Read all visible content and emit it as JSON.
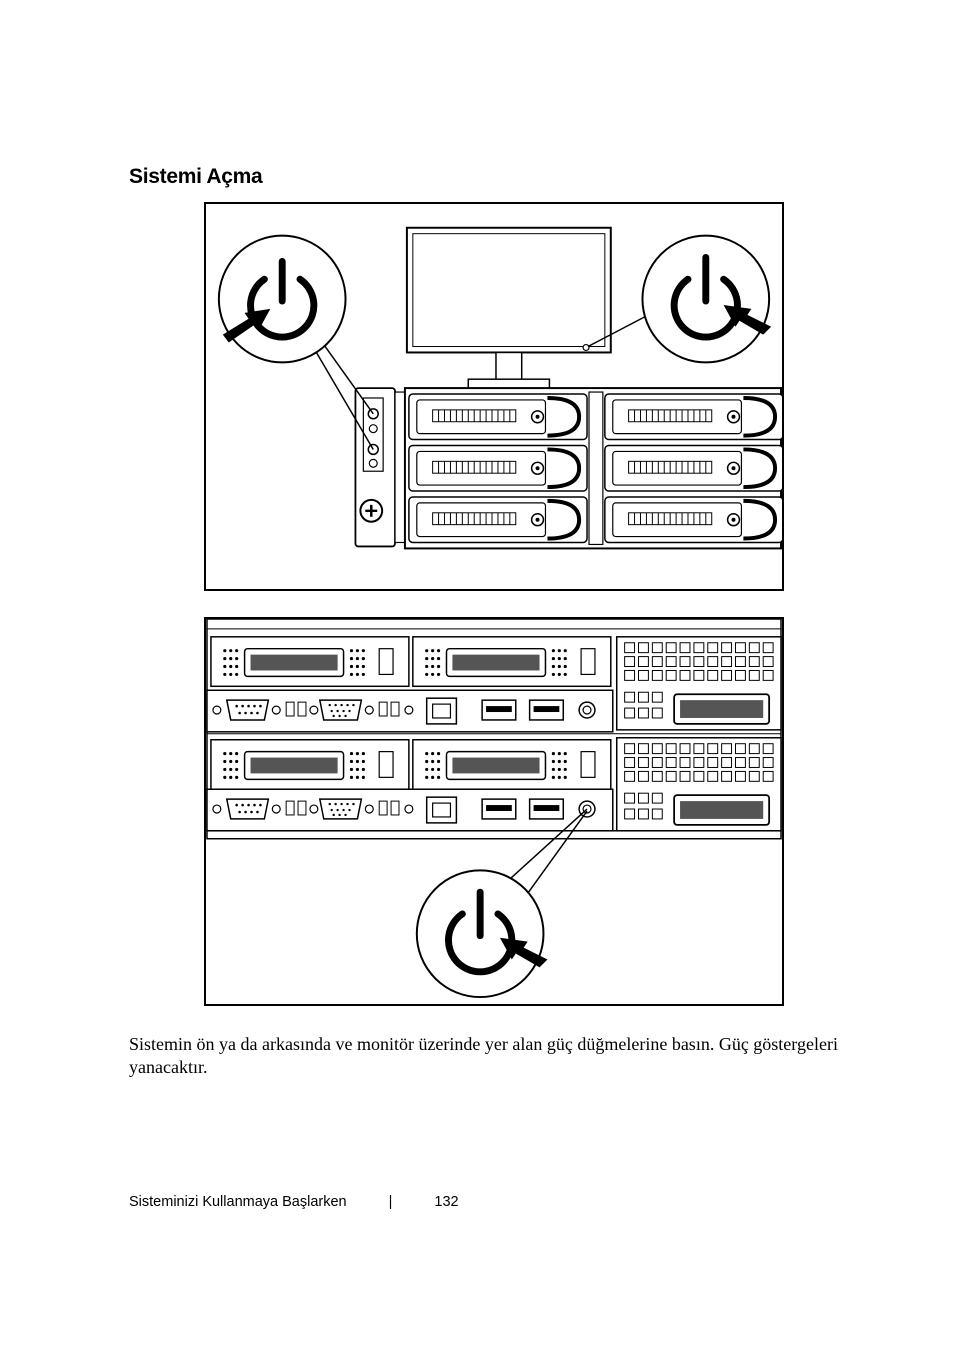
{
  "section": {
    "title": "Sistemi Açma"
  },
  "figure_front": {
    "icons": [
      "power-icon",
      "power-icon",
      "monitor-icon",
      "server-front-icon"
    ]
  },
  "figure_rear": {
    "icons": [
      "power-icon",
      "server-rear-icon"
    ]
  },
  "body": {
    "paragraph": "Sistemin ön ya da arkasında ve monitör üzerinde yer alan güç düğmelerine basın. Güç göstergeleri yanacaktır."
  },
  "footer": {
    "title": "Sisteminizi Kullanmaya Başlarken",
    "separator": "|",
    "page_number": "132"
  }
}
